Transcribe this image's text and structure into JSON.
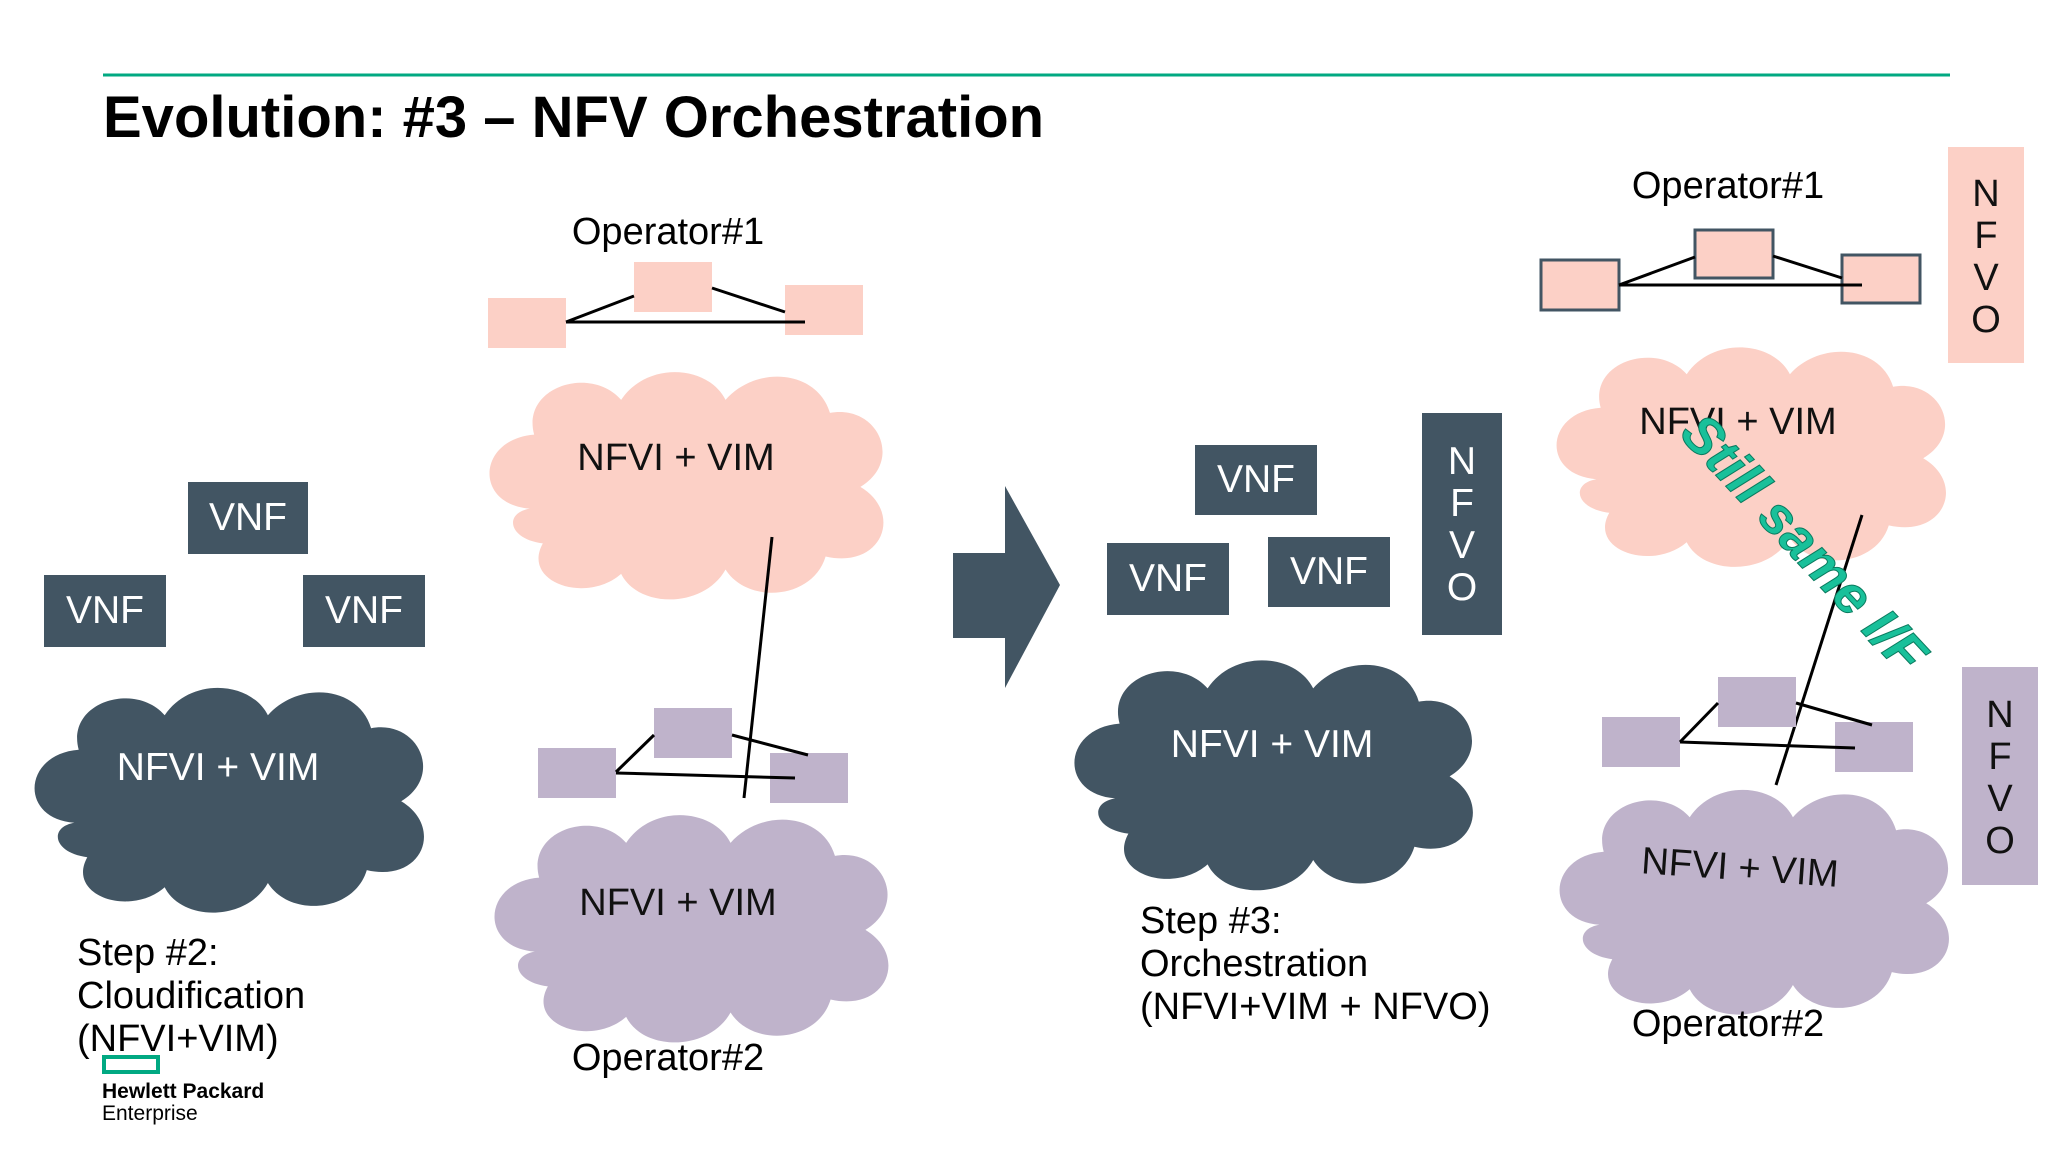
{
  "slide": {
    "title": "Evolution: #3 – NFV Orchestration",
    "colors": {
      "accent": "#01a982",
      "dark": "#425563",
      "pink": "#fcd0c6",
      "purple": "#bfb3cb"
    }
  },
  "left": {
    "vnfs": [
      "VNF",
      "VNF",
      "VNF"
    ],
    "cloud_label": "NFVI + VIM",
    "step": [
      "Step #2:",
      "Cloudification",
      "(NFVI+VIM)"
    ]
  },
  "middle": {
    "operator_top": "Operator#1",
    "operator_bottom": "Operator#2",
    "cloud_top_label": "NFVI + VIM",
    "cloud_bottom_label": "NFVI + VIM"
  },
  "step3": {
    "vnfs": [
      "VNF",
      "VNF",
      "VNF"
    ],
    "nfvo_letters": [
      "N",
      "F",
      "V",
      "O"
    ],
    "cloud_label": "NFVI + VIM",
    "step": [
      "Step #3:",
      "Orchestration",
      "(NFVI+VIM + NFVO)"
    ]
  },
  "right": {
    "operator_top": "Operator#1",
    "operator_bottom": "Operator#2",
    "cloud_top_label": "NFVI + VIM",
    "cloud_bottom_label": "NFVI + VIM",
    "nfvo_top_letters": [
      "N",
      "F",
      "V",
      "O"
    ],
    "nfvo_bottom_letters": [
      "N",
      "F",
      "V",
      "O"
    ],
    "annotation": "Still same I/F"
  },
  "logo": {
    "line1": "Hewlett Packard",
    "line2": "Enterprise"
  }
}
